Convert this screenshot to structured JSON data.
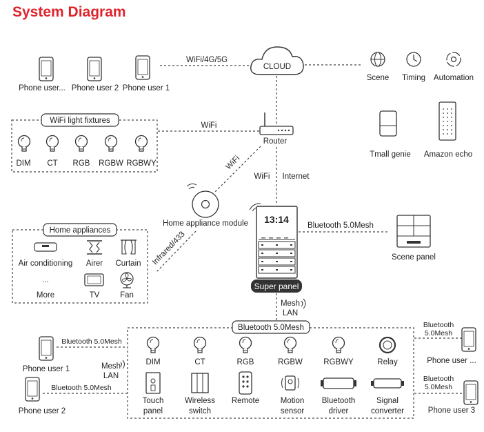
{
  "title": "System Diagram",
  "top": {
    "phones": [
      "Phone user...",
      "Phone user 2",
      "Phone user 1"
    ],
    "link_wifi": "WiFi/4G/5G",
    "cloud": "CLOUD",
    "features": [
      "Scene",
      "Timing",
      "Automation"
    ]
  },
  "wifi_fixtures": {
    "group": "WiFi light fixtures",
    "items": [
      "DIM",
      "CT",
      "RGB",
      "RGBW",
      "RGBWY"
    ],
    "link": "WiFi"
  },
  "router": {
    "label": "Router",
    "link_wifi": "WiFi",
    "link_internet": "Internet",
    "diag_wifi": "WiFi"
  },
  "speakers": [
    "Tmall genie",
    "Amazon echo"
  ],
  "module": {
    "label": "Home appliance module",
    "link": "Infrared/433"
  },
  "appliances": {
    "group": "Home appliances",
    "items": [
      "Air conditioning",
      "Airer",
      "Curtain",
      "More",
      "TV",
      "Fan"
    ],
    "more_dots": "..."
  },
  "super_panel": {
    "time": "13:14",
    "label": "Super panel",
    "link_scene": "Bluetooth 5.0Mesh",
    "scene_label": "Scene panel",
    "mesh": "Mesh",
    "lan": "LAN"
  },
  "mesh_group": {
    "group": "Bluetooth 5.0Mesh",
    "row1": [
      "DIM",
      "CT",
      "RGB",
      "RGBW",
      "RGBWY",
      "Relay"
    ],
    "row2": [
      [
        "Touch",
        "panel"
      ],
      [
        "Wireless",
        "switch"
      ],
      [
        "Remote",
        ""
      ],
      [
        "Motion",
        "sensor"
      ],
      [
        "Bluetooth",
        "driver"
      ],
      [
        "Signal",
        "converter"
      ]
    ]
  },
  "left_users": {
    "user1": "Phone user 1",
    "user2": "Phone user 2",
    "link": "Bluetooth 5.0Mesh",
    "mesh": "Mesh",
    "lan": "LAN"
  },
  "right_users": {
    "user_a": "Phone user ...",
    "user_b": "Phone user 3",
    "link_a": [
      "Bluetooth",
      "5.0Mesh"
    ],
    "link_b": [
      "Bluetooth",
      "5.0Mesh"
    ]
  }
}
